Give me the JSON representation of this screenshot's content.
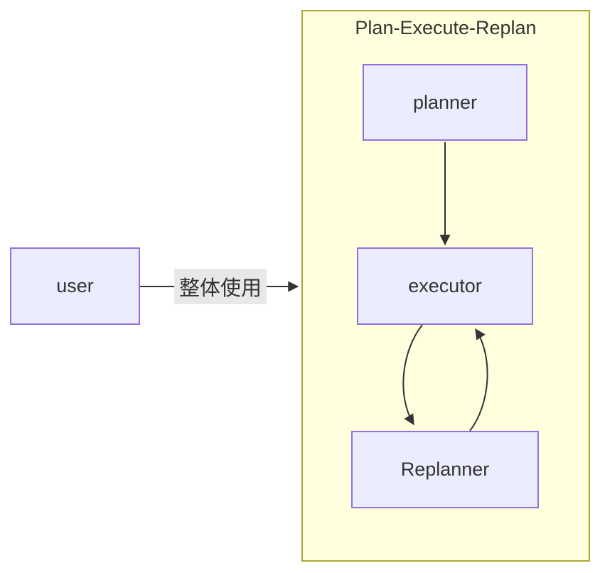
{
  "diagram": {
    "type": "flowchart",
    "subgraph": {
      "title": "Plan-Execute-Replan"
    },
    "nodes": {
      "user": {
        "label": "user"
      },
      "planner": {
        "label": "planner"
      },
      "executor": {
        "label": "executor"
      },
      "replanner": {
        "label": "Replanner"
      }
    },
    "edges": {
      "user_to_executor": {
        "label": "整体使用",
        "from": "user",
        "to": "executor"
      },
      "planner_to_executor": {
        "label": "",
        "from": "planner",
        "to": "executor"
      },
      "executor_to_replanner": {
        "label": "",
        "from": "executor",
        "to": "replanner"
      },
      "replanner_to_executor": {
        "label": "",
        "from": "replanner",
        "to": "executor"
      }
    },
    "colors": {
      "node_fill": "#ECECFF",
      "node_border": "#9370DB",
      "subgraph_fill": "#FFFFDE",
      "subgraph_border": "#AAAA33",
      "text": "#333333",
      "edge_stroke": "#333333",
      "edge_label_bg": "#E8E8E8",
      "page_bg": "#FFFFFF"
    }
  }
}
